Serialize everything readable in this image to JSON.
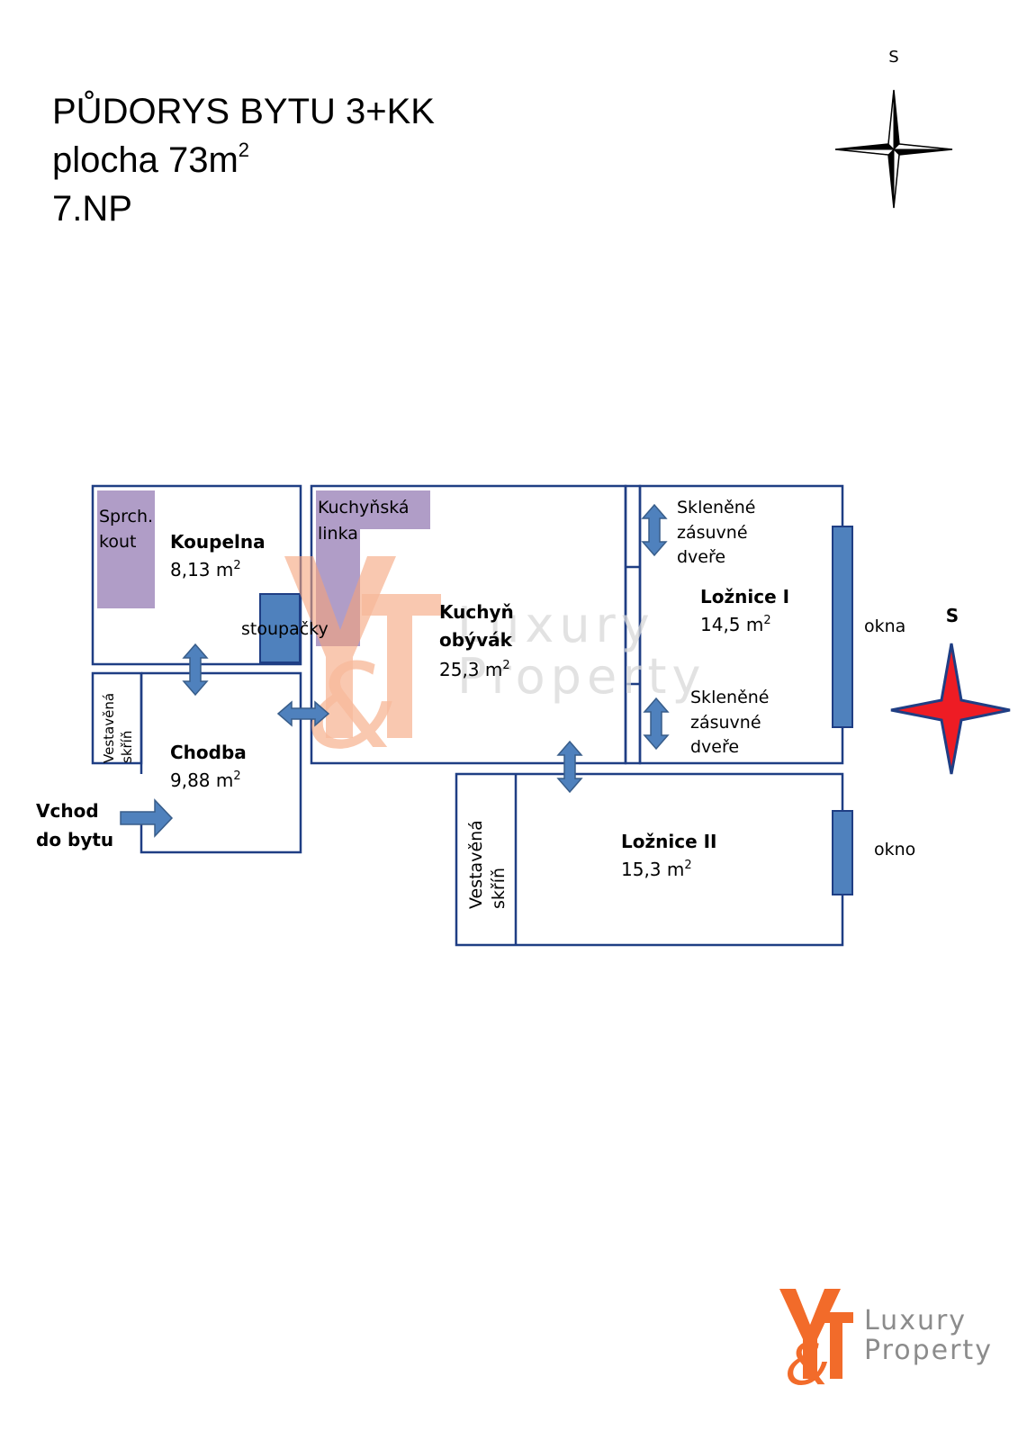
{
  "header": {
    "title_line1": "PŮDORYS BYTU 3+KK",
    "title_area_prefix": "plocha 73m",
    "title_area_sup": "2",
    "title_floor": "7.NP"
  },
  "compass_top": {
    "letter": "S",
    "icon": "compass-rose-black-icon"
  },
  "compass_right": {
    "letter": "S",
    "icon": "compass-rose-red-icon",
    "color": "#ee1c24"
  },
  "rooms": {
    "koupelna": {
      "name": "Koupelna",
      "area": "8,13 m"
    },
    "chodba": {
      "name": "Chodba",
      "area": "9,88 m"
    },
    "kuchyn": {
      "name_line1": "Kuchyň",
      "name_line2": "obývák",
      "area": "25,3 m"
    },
    "loznice1": {
      "name": "Ložnice I",
      "area": "14,5 m"
    },
    "loznice2": {
      "name": "Ložnice II",
      "area": "15,3 m"
    }
  },
  "area_sup": "2",
  "fixtures": {
    "sprch_line1": "Sprch.",
    "sprch_line2": "kout",
    "kuch_linka_line1": "Kuchyňská",
    "kuch_linka_line2": "linka",
    "stoupacky": "stoupačky",
    "vestavena1_line1": "Vestavěná",
    "vestavena1_line2": "skříň",
    "vestavena2_line1": "Vestavěná",
    "vestavena2_line2": "skříň",
    "sklenene_top": [
      "Skleněné",
      "zásuvné",
      "dveře"
    ],
    "sklenene_bottom": [
      "Skleněné",
      "zásuvné",
      "dveře"
    ],
    "okna": "okna",
    "okno": "okno"
  },
  "entrance": {
    "line1": "Vchod",
    "line2": "do bytu"
  },
  "colors": {
    "wall": "#1f3e84",
    "fixture_purple": "#b09dc7",
    "door_blue": "#4f81bd",
    "door_stroke": "#385d8a",
    "window_blue": "#4f81bd",
    "watermark_orange": "#f5a37a",
    "watermark_gray": "#d9d9d9",
    "logo_orange": "#f26b2a",
    "logo_gray": "#8c8c8c"
  },
  "watermark": {
    "line1": "Luxury",
    "line2": "Property",
    "monogram": "Y&T"
  },
  "logo": {
    "line1": "Luxury",
    "line2": "Property",
    "monogram": "Y&T"
  }
}
